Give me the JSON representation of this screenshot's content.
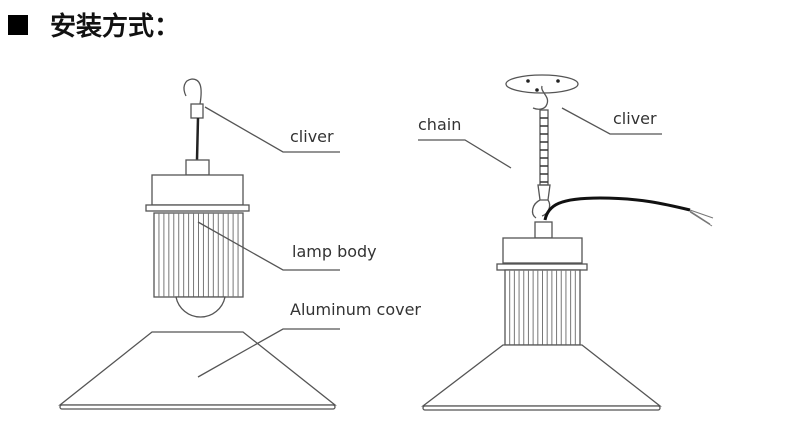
{
  "heading": {
    "title": "安装方式：",
    "bullet_icon": "square-bullet-icon"
  },
  "left_diagram": {
    "labels": {
      "cliver": "cliver",
      "lamp_body": "lamp body",
      "aluminum_cover": "Aluminum cover"
    }
  },
  "right_diagram": {
    "labels": {
      "chain": "chain",
      "cliver": "cliver"
    }
  }
}
